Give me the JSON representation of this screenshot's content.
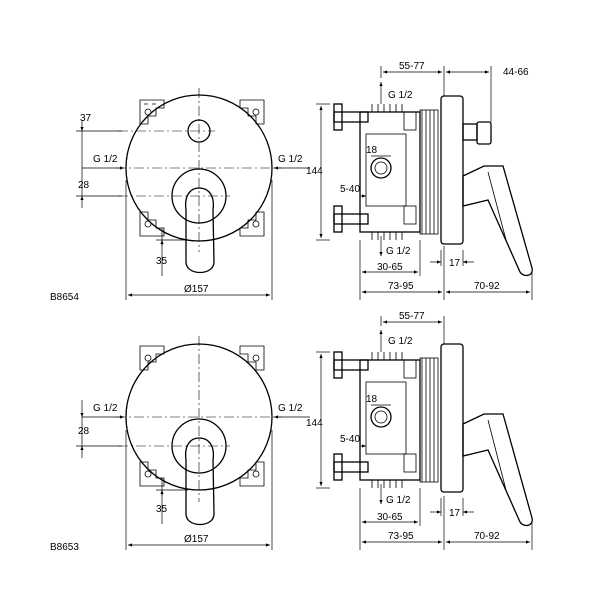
{
  "drawings": [
    {
      "code": "B8654",
      "front": {
        "top_dim": "37",
        "g_left": "G 1/2",
        "g_right": "G 1/2",
        "lower_dim": "28",
        "handle_dim": "35",
        "diameter": "Ø157"
      },
      "side": {
        "dim_top_a": "55-77",
        "dim_top_b": "44-66",
        "g_top": "G 1/2",
        "dim_18": "18",
        "height": "144",
        "dim_540": "5-40",
        "g_bottom": "G 1/2",
        "dim_17": "17",
        "dim_3065": "30-65",
        "dim_7395": "73-95",
        "dim_7092": "70-92"
      }
    },
    {
      "code": "B8653",
      "front": {
        "g_left": "G 1/2",
        "g_right": "G 1/2",
        "lower_dim": "28",
        "handle_dim": "35",
        "diameter": "Ø157"
      },
      "side": {
        "dim_top_a": "55-77",
        "g_top": "G 1/2",
        "dim_18": "18",
        "height": "144",
        "dim_540": "5-40",
        "g_bottom": "G 1/2",
        "dim_17": "17",
        "dim_3065": "30-65",
        "dim_7395": "73-95",
        "dim_7092": "70-92"
      }
    }
  ]
}
